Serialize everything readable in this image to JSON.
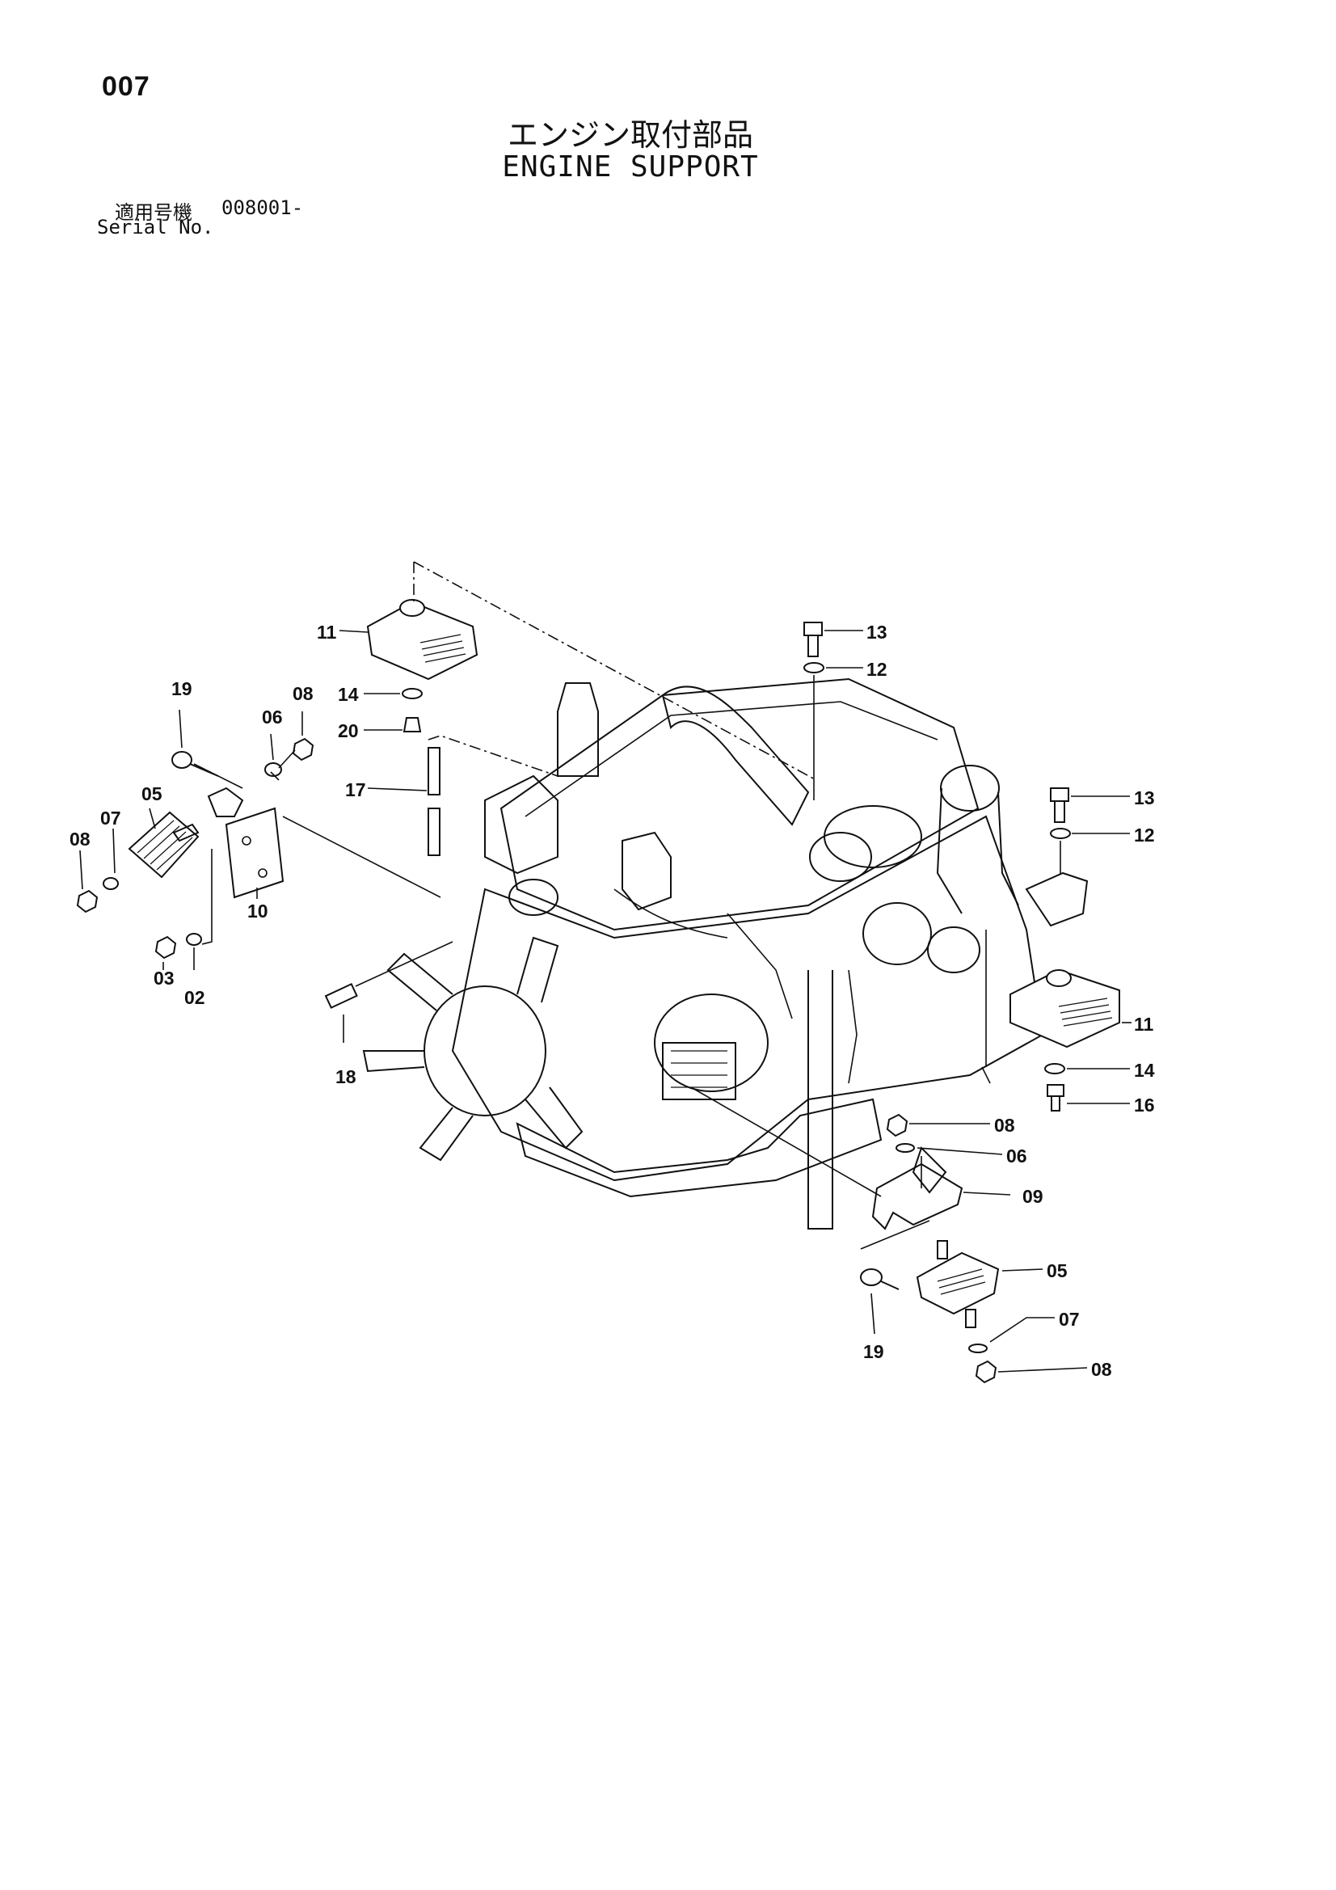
{
  "page_number": "007",
  "title_jp": "エンジン取付部品",
  "title_en": "ENGINE SUPPORT",
  "serial_label_jp": "適用号機",
  "serial_value": "008001-",
  "serial_label_en": "Serial No.",
  "callouts": [
    "11",
    "19",
    "14",
    "06",
    "08",
    "20",
    "05",
    "17",
    "07",
    "08",
    "10",
    "03",
    "02",
    "18",
    "13",
    "12",
    "13",
    "12",
    "11",
    "14",
    "16",
    "08",
    "06",
    "09",
    "05",
    "19",
    "07",
    "08"
  ]
}
